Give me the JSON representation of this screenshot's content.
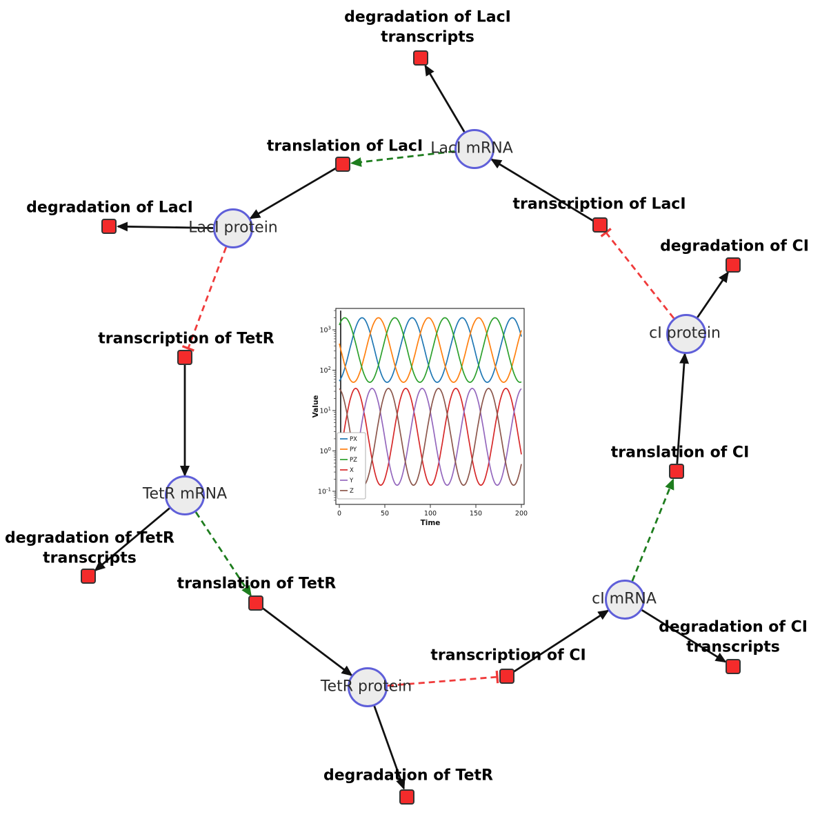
{
  "network": {
    "species": {
      "laci_mrna": {
        "label": "LacI mRNA"
      },
      "laci_protein": {
        "label": "LacI protein"
      },
      "tetr_mrna": {
        "label": "TetR mRNA"
      },
      "tetr_protein": {
        "label": "TetR protein"
      },
      "ci_mrna": {
        "label": "cI mRNA"
      },
      "ci_protein": {
        "label": "cI protein"
      }
    },
    "reactions": {
      "degradation_of_laci_transcripts": {
        "label": "degradation of LacI transcripts"
      },
      "translation_of_laci": {
        "label": "translation of LacI"
      },
      "degradation_of_laci": {
        "label": "degradation of LacI"
      },
      "transcription_of_laci": {
        "label": "transcription of LacI"
      },
      "degradation_of_ci": {
        "label": "degradation of CI"
      },
      "transcription_of_tetr": {
        "label": "transcription of TetR"
      },
      "degradation_of_tetr_transcripts": {
        "label": "degradation of TetR transcripts"
      },
      "translation_of_tetr": {
        "label": "translation of TetR"
      },
      "translation_of_ci": {
        "label": "translation of CI"
      },
      "transcription_of_ci": {
        "label": "transcription of CI"
      },
      "degradation_of_ci_transcripts": {
        "label": "degradation of CI transcripts"
      },
      "degradation_of_tetr": {
        "label": "degradation of TetR"
      }
    },
    "colors": {
      "species_fill": "#ececec",
      "species_stroke": "#5f5fd9",
      "reaction_fill": "#f42b2b",
      "reaction_stroke": "#333333",
      "edge": "#111111",
      "modifier_edge": "#1e7d1e",
      "inhibition_edge": "#f03b3b"
    }
  },
  "chart_data": {
    "type": "line",
    "y_scale": "log",
    "title": "",
    "xlabel": "Time",
    "ylabel": "Value",
    "xlim": [
      0,
      200
    ],
    "x_ticks": [
      0,
      50,
      100,
      150,
      200
    ],
    "y_tick_exponents": [
      -1,
      0,
      1,
      2,
      3
    ],
    "grid": false,
    "legend_position": "lower left",
    "series": [
      {
        "name": "PX",
        "color": "#1f77b4",
        "log10_center": 2.5,
        "log10_amplitude": 0.8,
        "period": 55,
        "peak_time": 25,
        "approx_min": 50,
        "approx_max": 2000
      },
      {
        "name": "PY",
        "color": "#ff7f0e",
        "log10_center": 2.5,
        "log10_amplitude": 0.8,
        "period": 55,
        "peak_time": 43,
        "approx_min": 50,
        "approx_max": 2000
      },
      {
        "name": "PZ",
        "color": "#2ca02c",
        "log10_center": 2.5,
        "log10_amplitude": 0.8,
        "period": 55,
        "peak_time": 61,
        "approx_min": 50,
        "approx_max": 2000
      },
      {
        "name": "X",
        "color": "#d62728",
        "log10_center": 0.35,
        "log10_amplitude": 1.2,
        "period": 55,
        "peak_time": 18,
        "approx_min": 0.14,
        "approx_max": 35
      },
      {
        "name": "Y",
        "color": "#9467bd",
        "log10_center": 0.35,
        "log10_amplitude": 1.2,
        "period": 55,
        "peak_time": 36,
        "approx_min": 0.14,
        "approx_max": 35
      },
      {
        "name": "Z",
        "color": "#8c564b",
        "log10_center": 0.35,
        "log10_amplitude": 1.2,
        "period": 55,
        "peak_time": 54,
        "approx_min": 0.14,
        "approx_max": 35
      }
    ],
    "initial_transient_spike": {
      "time": 1.5,
      "from_value": 3000,
      "to_value": 0.13
    }
  }
}
